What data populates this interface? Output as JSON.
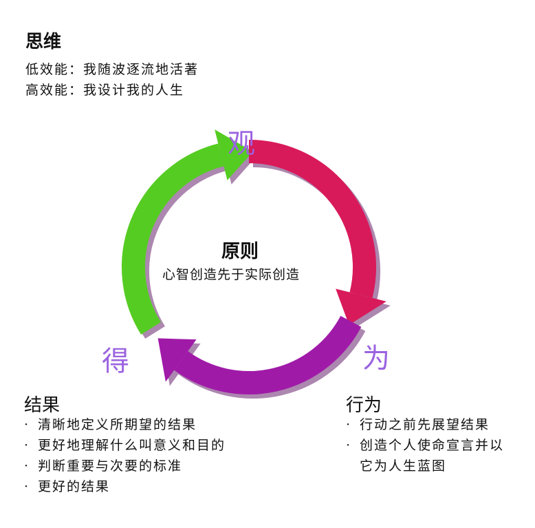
{
  "header": {
    "title": "思维",
    "lines": [
      "低效能：我随波逐流地活著",
      "高效能：我设计我的人生"
    ]
  },
  "cycle": {
    "labels": {
      "see": "观",
      "do": "为",
      "get": "得"
    },
    "center_title": "原则",
    "center_subtitle": "心智创造先于实际创造",
    "colors": {
      "green": "#55cc22",
      "red": "#d81a5a",
      "purple": "#a01aa8",
      "label": "#9b63e0"
    }
  },
  "results": {
    "title": "结果",
    "items": [
      "清晰地定义所期望的结果",
      "更好地理解什么叫意义和目的",
      "判断重要与次要的标准",
      "更好的结果"
    ]
  },
  "behavior": {
    "title": "行为",
    "items": [
      "行动之前先展望结果",
      "创造个人使命宣言并以"
    ],
    "continuation": "它为人生蓝图"
  }
}
